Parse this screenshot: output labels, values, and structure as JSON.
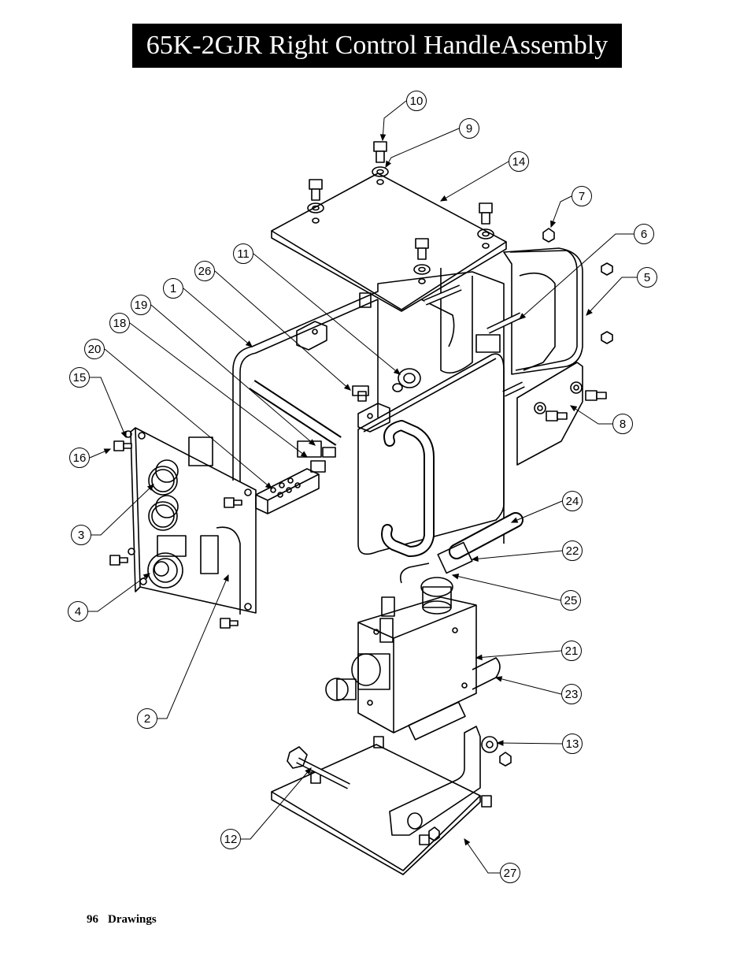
{
  "title": "65K-2GJR Right Control HandleAssembly",
  "footer": {
    "page_number": "96",
    "section": "Drawings"
  },
  "callouts": [
    {
      "label": "10"
    },
    {
      "label": "9"
    },
    {
      "label": "14"
    },
    {
      "label": "7"
    },
    {
      "label": "6"
    },
    {
      "label": "5"
    },
    {
      "label": "11"
    },
    {
      "label": "26"
    },
    {
      "label": "1"
    },
    {
      "label": "19"
    },
    {
      "label": "18"
    },
    {
      "label": "20"
    },
    {
      "label": "15"
    },
    {
      "label": "16"
    },
    {
      "label": "3"
    },
    {
      "label": "4"
    },
    {
      "label": "8"
    },
    {
      "label": "24"
    },
    {
      "label": "22"
    },
    {
      "label": "25"
    },
    {
      "label": "21"
    },
    {
      "label": "23"
    },
    {
      "label": "2"
    },
    {
      "label": "13"
    },
    {
      "label": "12"
    },
    {
      "label": "27"
    }
  ]
}
